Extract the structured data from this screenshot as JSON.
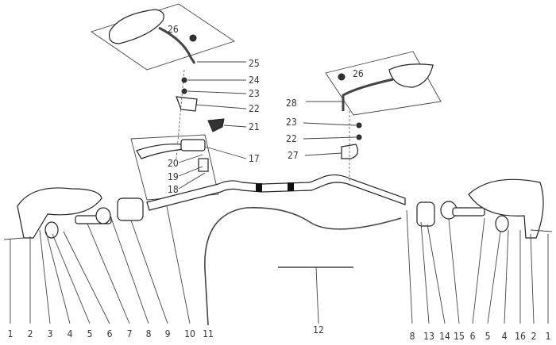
{
  "diagram": {
    "title_hidden": null,
    "bottom_left_labels": [
      "1",
      "2",
      "3",
      "4",
      "5",
      "6",
      "7",
      "8",
      "9",
      "10",
      "11"
    ],
    "bottom_center_label": "12",
    "bottom_right_labels": [
      "8",
      "13",
      "14",
      "15",
      "6",
      "5",
      "4",
      "16",
      "2",
      "1"
    ],
    "left_mirror_labels": {
      "mirror_nut": "26",
      "mirror": "25",
      "washer": "24",
      "nut": "23",
      "mount": "22"
    },
    "left_lever_labels": {
      "cap": "21",
      "assembly": "17",
      "lever": "20",
      "switch": "19",
      "bolt": "18"
    },
    "right_mirror_labels": {
      "mirror_nut": "26",
      "mirror": "28",
      "nut": "23",
      "washer": "22",
      "mount": "27"
    }
  }
}
